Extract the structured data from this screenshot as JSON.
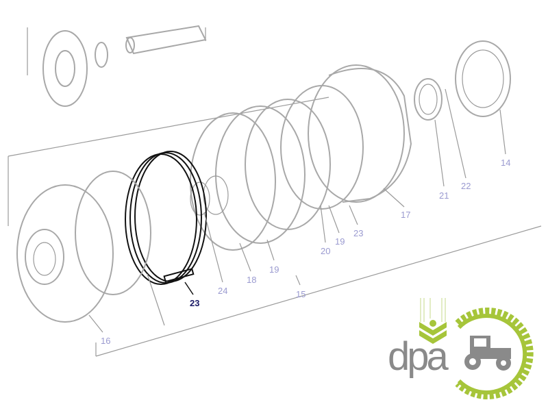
{
  "diagram": {
    "callouts": [
      "14",
      "22",
      "21",
      "17",
      "23",
      "19",
      "20",
      "19",
      "18",
      "24",
      "15",
      "23",
      "16"
    ],
    "highlighted_callout": "23"
  },
  "logo": {
    "text": "dpa",
    "colors": {
      "green": "#a6c53a",
      "gray": "#8a8a8a"
    }
  },
  "colors": {
    "label": "#9a9ad0",
    "highlight": "#1a1a66",
    "line": "#a8a8a8"
  }
}
